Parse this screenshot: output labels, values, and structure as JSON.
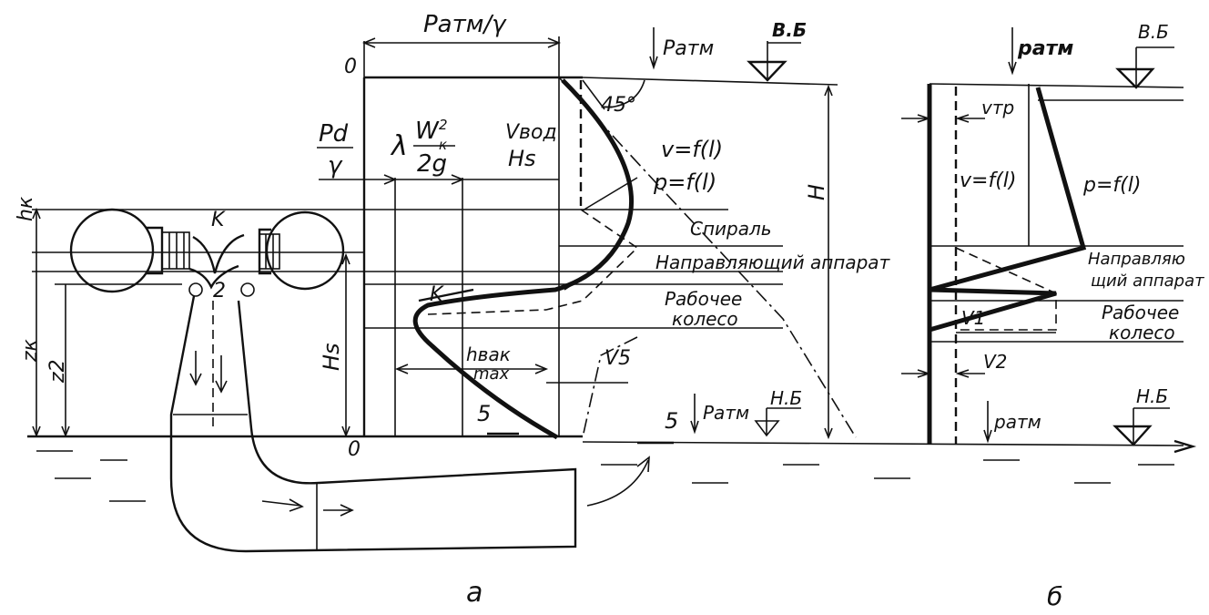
{
  "labels": {
    "a": {
      "top_width": "Pатм/γ",
      "patm_top": "Pатм",
      "vb_top": "В.Б",
      "zero_top": "0",
      "zero_bottom": "0",
      "angle": "45°",
      "pd_num": "Pd",
      "pd_den": "γ",
      "lambda": "λ",
      "w_num": "W",
      "w_sub": "к",
      "w_sup": "2",
      "w_den": "2g",
      "v_vod": "Vвод",
      "hs_mid": "Hs",
      "v_f": "v=f(l)",
      "p_f": "p=f(l)",
      "spiral": "Спираль",
      "guide": "Направляющий аппарат",
      "wheel1": "Рабочее",
      "wheel2": "колесо",
      "k_left": "K",
      "h_vak1": "hвак",
      "h_vak2": "max",
      "v5": "V5",
      "five_left": "5",
      "five_right": "5",
      "patm_bottom": "Pатм",
      "nb": "Н.Б",
      "h_big": "H",
      "hk": "hк",
      "zk": "zк",
      "z2": "z2",
      "hs_left": "Hs",
      "k_top": "K",
      "two": "2",
      "caption": "а"
    },
    "b": {
      "patm_top": "pатм",
      "vb": "В.Б",
      "v_tr": "vтр",
      "v_f": "v=f(l)",
      "p_f": "p=f(l)",
      "guide1": "Направляю",
      "guide2": "щий аппарат",
      "wheel1": "Рабочее",
      "wheel2": "колесо",
      "v1": "V1",
      "v2": "V2",
      "patm_bottom": "pатм",
      "nb": "Н.Б",
      "caption": "б"
    }
  }
}
